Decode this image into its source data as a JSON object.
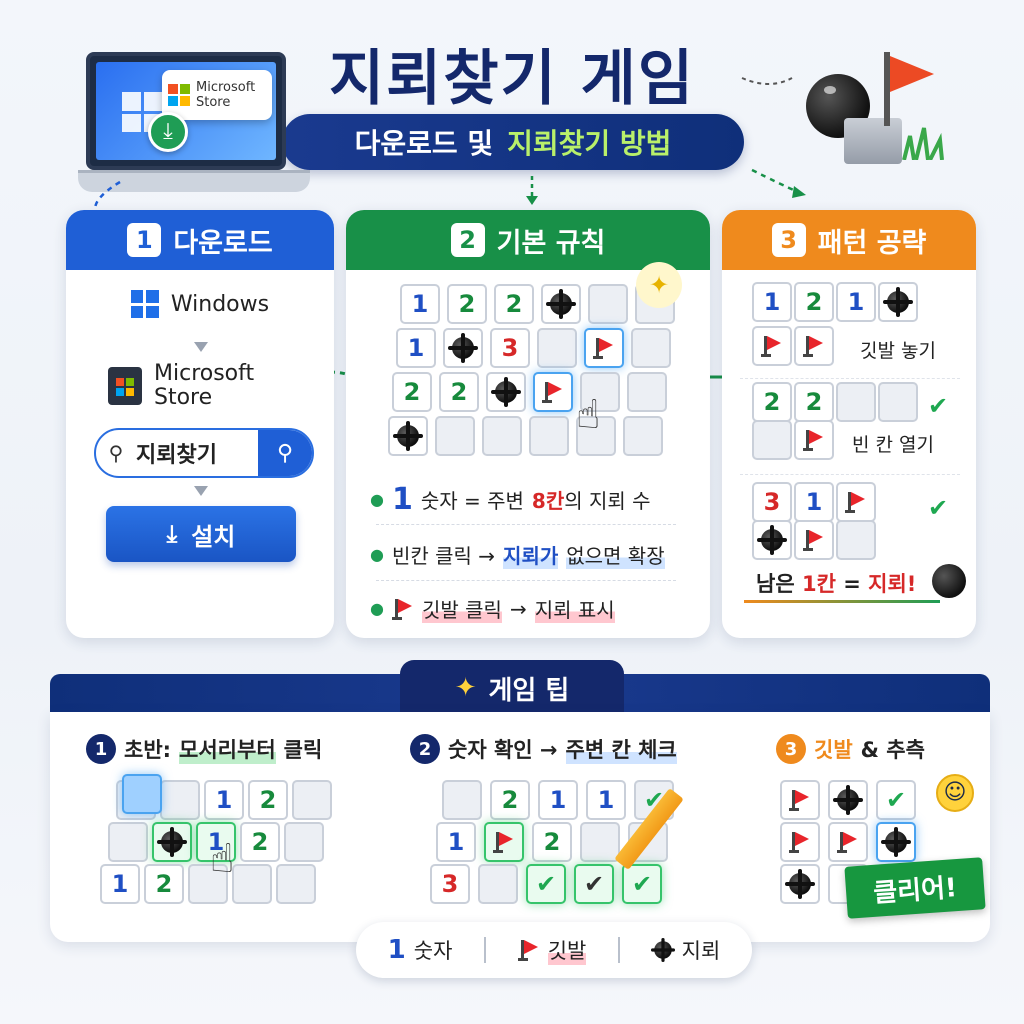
{
  "header": {
    "title": "지뢰찾기 게임",
    "subtitle_part1": "다운로드 및",
    "subtitle_part2": "지뢰찾기 방법"
  },
  "laptop": {
    "store_line1": "Microsoft",
    "store_line2": "Store"
  },
  "card_download": {
    "number": "1",
    "title": "다운로드",
    "windows_label": "Windows",
    "store_line1": "Microsoft",
    "store_line2": "Store",
    "search_text": "지뢰찾기",
    "install_label": "설치"
  },
  "card_rules": {
    "number": "2",
    "title": "기본 규칙",
    "grid": [
      [
        "1",
        "2",
        "2",
        "M",
        "",
        ""
      ],
      [
        "1",
        "M",
        "3",
        "",
        "F",
        ""
      ],
      [
        "2",
        "2",
        "M",
        "F",
        "",
        ""
      ],
      [
        "M",
        "",
        "",
        "",
        "",
        ""
      ]
    ],
    "rule1_num": "1",
    "rule1_a": "숫자 = 주변",
    "rule1_b": "8칸",
    "rule1_c": "의 지뢰 수",
    "rule2_a": "빈칸 클릭 →",
    "rule2_b": "지뢰가",
    "rule2_c": "없으면 확장",
    "rule3_a": "깃발 클릭",
    "rule3_b": "→",
    "rule3_c": "지뢰 표시"
  },
  "card_pattern": {
    "number": "3",
    "title": "패턴 공략",
    "label1": "깃발 놓기",
    "label2": "빈 칸 열기",
    "final_a": "남은",
    "final_b": "1칸",
    "final_c": "=",
    "final_d": "지뢰!"
  },
  "tips": {
    "title": "게임 팁",
    "tip1_num": "1",
    "tip1_a": "초반:",
    "tip1_b": "모서리부터",
    "tip1_c": "클릭",
    "tip2_num": "2",
    "tip2_a": "숫자 확인 →",
    "tip2_b": "주변 칸 체크",
    "tip3_num": "3",
    "tip3_a": "깃발",
    "tip3_b": "& 추측",
    "clear_label": "클리어!"
  },
  "legend": {
    "num": "1",
    "num_label": "숫자",
    "flag_label": "깃발",
    "mine_label": "지뢰"
  },
  "colors": {
    "navy": "#14286b",
    "blue": "#1f5fd6",
    "green": "#189048",
    "orange": "#ef8a1d",
    "red": "#d62828"
  }
}
